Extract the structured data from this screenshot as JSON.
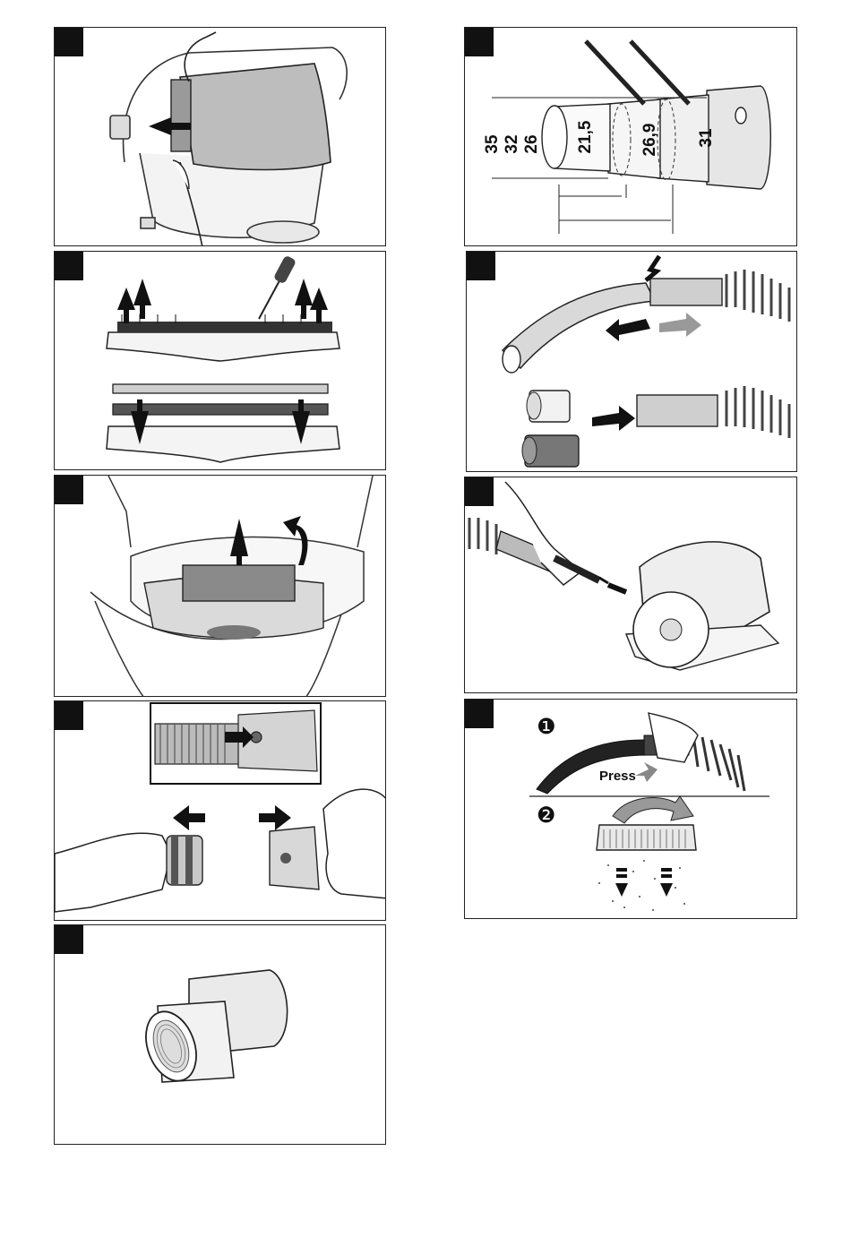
{
  "dimensions": {
    "labels": [
      "35",
      "32",
      "26",
      "21,5",
      "26,9",
      "31"
    ]
  },
  "filter_steps": {
    "step1": "❶",
    "step2": "❷",
    "press": "Press"
  }
}
